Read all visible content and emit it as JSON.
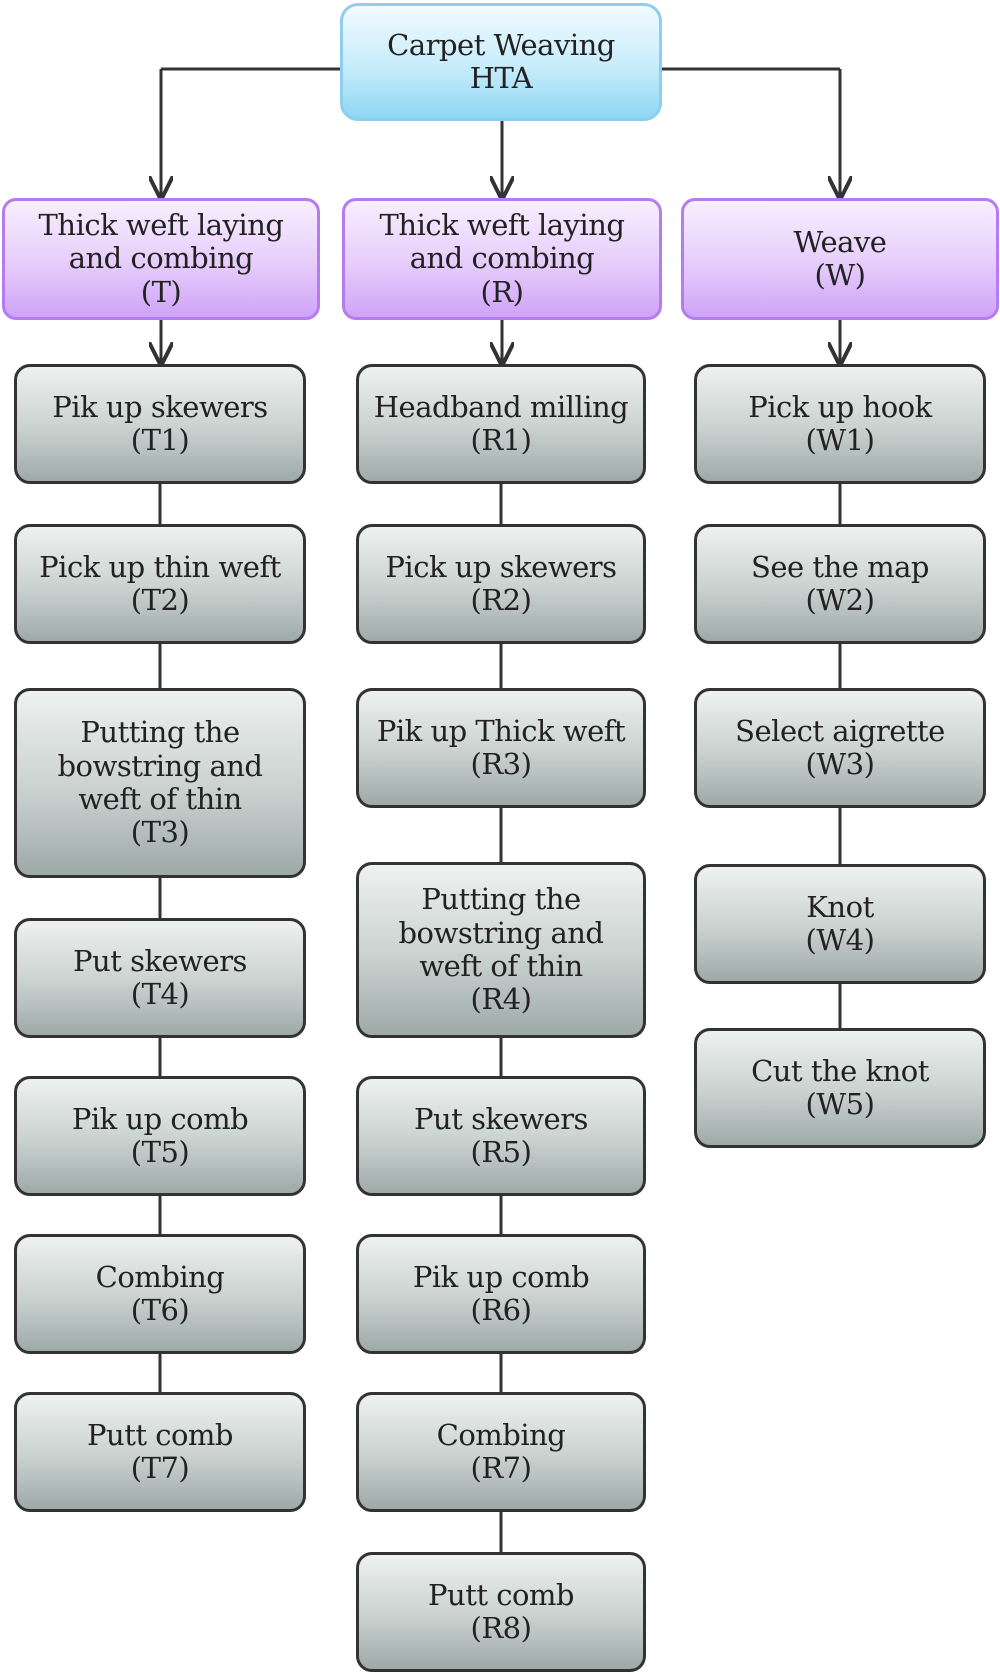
{
  "root": {
    "title": "Carpet Weaving",
    "code": "HTA"
  },
  "columns": [
    {
      "title": "Thick weft laying\nand combing",
      "code": "(T)",
      "tasks": [
        {
          "title": "Pik up skewers",
          "code": "(T1)"
        },
        {
          "title": "Pick up thin weft",
          "code": "(T2)"
        },
        {
          "title": "Putting the\nbowstring and\nweft of thin",
          "code": "(T3)"
        },
        {
          "title": "Put skewers",
          "code": "(T4)"
        },
        {
          "title": "Pik up comb",
          "code": "(T5)"
        },
        {
          "title": "Combing",
          "code": "(T6)"
        },
        {
          "title": "Putt comb",
          "code": "(T7)"
        }
      ]
    },
    {
      "title": "Thick weft laying\nand combing",
      "code": "(R)",
      "tasks": [
        {
          "title": "Headband milling",
          "code": "(R1)"
        },
        {
          "title": "Pick up skewers",
          "code": "(R2)"
        },
        {
          "title": "Pik up Thick weft",
          "code": "(R3)"
        },
        {
          "title": "Putting the\nbowstring and\nweft of thin",
          "code": "(R4)"
        },
        {
          "title": "Put skewers",
          "code": "(R5)"
        },
        {
          "title": "Pik up comb",
          "code": "(R6)"
        },
        {
          "title": "Combing",
          "code": "(R7)"
        },
        {
          "title": "Putt comb",
          "code": "(R8)"
        }
      ]
    },
    {
      "title": "Weave",
      "code": "(W)",
      "tasks": [
        {
          "title": "Pick up hook",
          "code": "(W1)"
        },
        {
          "title": "See the map",
          "code": "(W2)"
        },
        {
          "title": "Select aigrette",
          "code": "(W3)"
        },
        {
          "title": "Knot",
          "code": "(W4)"
        },
        {
          "title": "Cut the knot",
          "code": "(W5)"
        }
      ]
    }
  ]
}
